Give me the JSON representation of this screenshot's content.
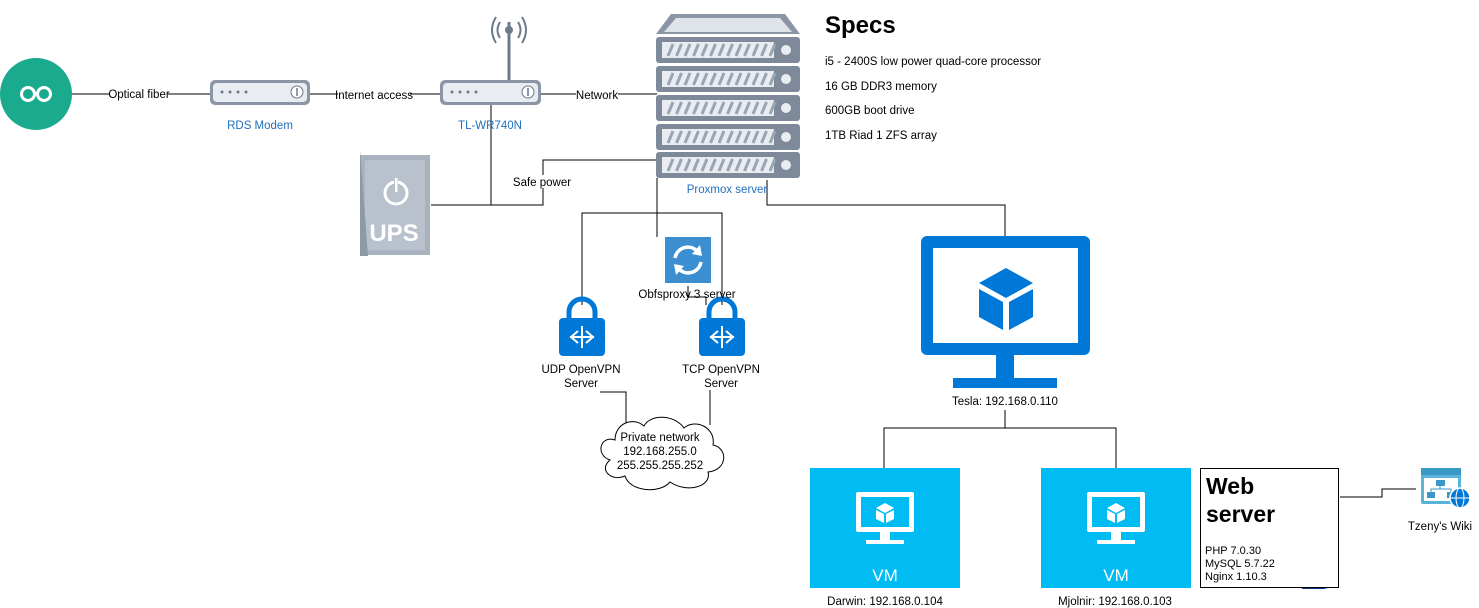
{
  "labels": {
    "optical_fiber": "Optical fiber",
    "internet_access": "Internet access",
    "network": "Network",
    "safe_power": "Safe power",
    "rds_modem": "RDS Modem",
    "router": "TL-WR740N",
    "proxmox": "Proxmox server",
    "ups": "UPS",
    "obfsproxy": "Obfsproxy 3 server",
    "udp_line1": "UDP OpenVPN",
    "udp_line2": "Server",
    "tcp_line1": "TCP OpenVPN",
    "tcp_line2": "Server",
    "private_network_line1": "Private network",
    "private_network_line2": "192.168.255.0",
    "private_network_line3": "255.255.255.252",
    "tesla": "Tesla: 192.168.0.110",
    "vm_label": "VM",
    "darwin": "Darwin: 192.168.0.104",
    "mjolnir": "Mjolnir: 192.168.0.103",
    "wiki": "Tzeny's Wiki"
  },
  "specs": {
    "title": "Specs",
    "items": [
      "i5 - 2400S low power quad-core processor",
      "16 GB DDR3 memory",
      "600GB boot drive",
      "1TB Riad 1 ZFS array"
    ]
  },
  "web_server": {
    "title_line1": "Web",
    "title_line2": "server",
    "software": [
      "PHP 7.0.30",
      "MySQL 5.7.22",
      "Nginx 1.10.3"
    ]
  },
  "colors": {
    "azure_blue": "#0078d7",
    "vm_cyan": "#00bcf2",
    "teal": "#1aaa8e",
    "server_gray": "#7e8a99",
    "ups_gray": "#a9b3bf",
    "label_blue": "#1f6fbf"
  },
  "icons": [
    "glasses-icon",
    "modem-icon",
    "router-icon",
    "server-rack-icon",
    "ups-icon",
    "sync-icon",
    "vpn-lock-icon",
    "cloud-icon",
    "monitor-cube-icon",
    "web-server-icon",
    "site-map-icon"
  ]
}
